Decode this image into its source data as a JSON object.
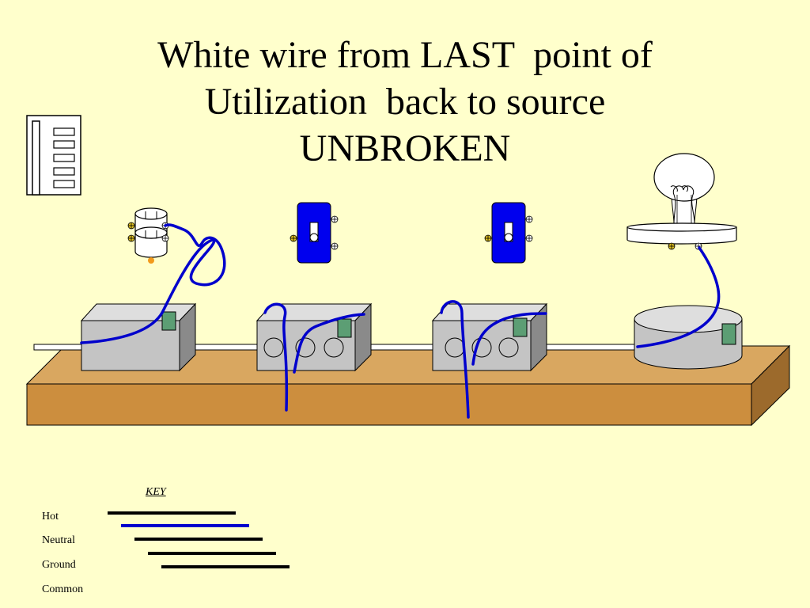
{
  "slide": {
    "title_lines": [
      "White wire from LAST  point of",
      "Utilization  back to source",
      "UNBROKEN"
    ]
  },
  "key": {
    "title": "KEY",
    "items": [
      {
        "label": "Hot",
        "color": "#000000"
      },
      {
        "label": "Neutral",
        "color": "#0000cc"
      },
      {
        "label": "Ground",
        "color": "#000000"
      },
      {
        "label": "Common",
        "color": "#000000"
      }
    ]
  },
  "colors": {
    "background": "#ffffcc",
    "board": "#cc8e3e",
    "box": "#c0c0c0",
    "neutral_wire": "#0000cc",
    "switch_plate": "#0000ee",
    "ground_clip": "#5c9e74"
  }
}
